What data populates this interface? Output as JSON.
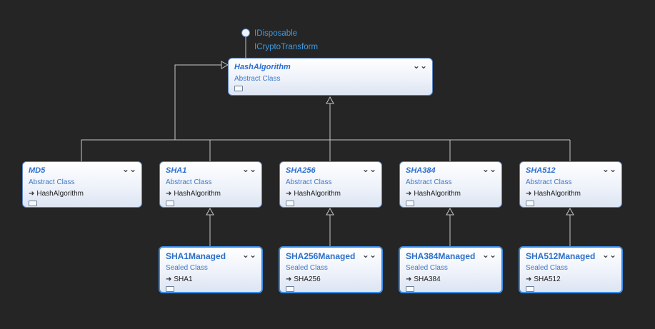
{
  "interfaces": [
    "IDisposable",
    "ICryptoTransform"
  ],
  "classes": {
    "hashalgorithm": {
      "name": "HashAlgorithm",
      "kind": "Abstract Class",
      "base": ""
    },
    "md5": {
      "name": "MD5",
      "kind": "Abstract Class",
      "base": "HashAlgorithm"
    },
    "sha1": {
      "name": "SHA1",
      "kind": "Abstract Class",
      "base": "HashAlgorithm"
    },
    "sha256": {
      "name": "SHA256",
      "kind": "Abstract Class",
      "base": "HashAlgorithm"
    },
    "sha384": {
      "name": "SHA384",
      "kind": "Abstract Class",
      "base": "HashAlgorithm"
    },
    "sha512": {
      "name": "SHA512",
      "kind": "Abstract Class",
      "base": "HashAlgorithm"
    },
    "sha1managed": {
      "name": "SHA1Managed",
      "kind": "Sealed Class",
      "base": "SHA1"
    },
    "sha256managed": {
      "name": "SHA256Managed",
      "kind": "Sealed Class",
      "base": "SHA256"
    },
    "sha384managed": {
      "name": "SHA384Managed",
      "kind": "Sealed Class",
      "base": "SHA384"
    },
    "sha512managed": {
      "name": "SHA512Managed",
      "kind": "Sealed Class",
      "base": "SHA512"
    }
  },
  "colors": {
    "background": "#252526",
    "connector": "#c8c8c8",
    "accent": "#3c8de6"
  },
  "icons": {
    "collapse": "chevron-double-down-icon",
    "interface": "lollipop-icon",
    "inherits": "arrow-right-icon"
  }
}
